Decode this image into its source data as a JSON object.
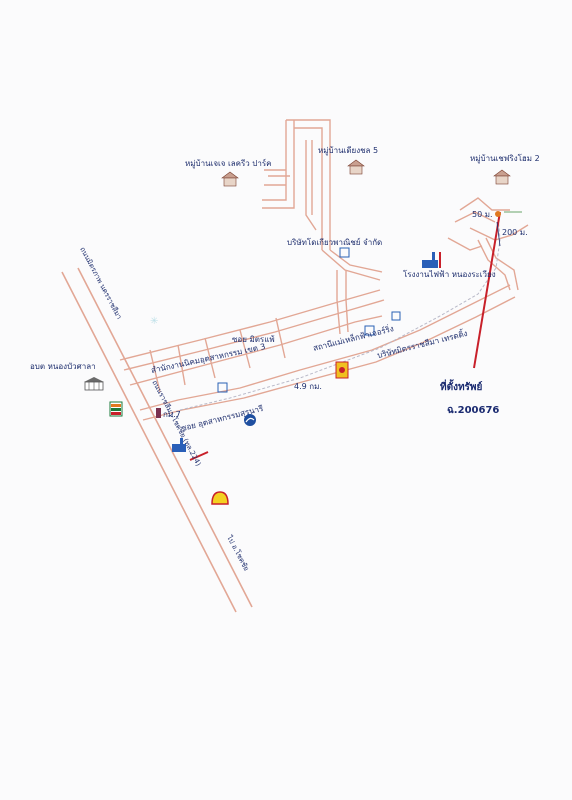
{
  "map": {
    "labels": {
      "village_jj": "หมู่บ้านเจเจ เลครีว ปาร์ค",
      "village_dianchai": "หมู่บ้านเดียงชล 5",
      "village_srisiam": "หมู่บ้านเชฟริงโฮม 2",
      "company_phanich": "บริษัทโดเกียวพาณิชย์ จำกัด",
      "power_plant": "โรงงานไฟฟ้า หนองระเวียง",
      "soi_miban": "ซอย มิตรแพ้",
      "ind_estate_office": "สำนักงานนิคมอุตสาหกรรม เขต 3",
      "soi_industry": "ซอย อุตสาหกรรมสุรนารี",
      "tao_office": "อบต หนองบัวศาลา",
      "station_road": "สถานีแม่เหล็กฟ้าเจอร์ริ่ง",
      "company_prd": "บริษัทมิตรราชสีมา เทรดดิ้ง",
      "km7": "กม.7",
      "dist_4_9": "4.9 กม.",
      "dist_50": "50 ม.",
      "dist_200": "200 ม.",
      "road_upper": "ถนนมิตรภาพ นครราชสีมา",
      "road_lower": "ถนนราชสีมา-โชคชัย (ทล.224)",
      "road_to_chokchai": "ไป อ.โชคชัย",
      "property_title": "ที่ตั้งทรัพย์",
      "deed_number": "ฉ.200676"
    },
    "colors": {
      "road": "#e2a795",
      "label_text": "#1f2f6e",
      "marker_line": "#c8202a",
      "building_outline": "#2a60b5"
    },
    "icons": [
      "house-icon",
      "factory-icon",
      "school-icon",
      "seven-eleven-icon",
      "shell-icon",
      "fuel-icon",
      "building-square-icon",
      "pin-icon"
    ]
  }
}
